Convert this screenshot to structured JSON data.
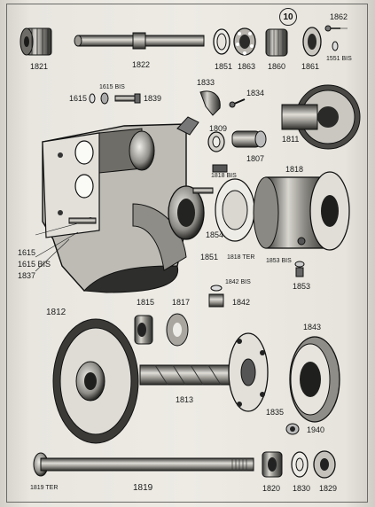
{
  "plate": {
    "number": "10"
  },
  "labels": {
    "l1821": "1821",
    "l1822": "1822",
    "l1851a": "1851",
    "l1863": "1863",
    "l1860": "1860",
    "l1861": "1861",
    "l1862": "1862",
    "l1551bis": "1551 BIS",
    "l1615a": "1615",
    "l1615bis_a": "1615 BIS",
    "l1839": "1839",
    "l1833": "1833",
    "l1834": "1834",
    "l1809": "1809",
    "l1807": "1807",
    "l1811": "1811",
    "l1818bis": "1818 BIS",
    "l1818": "1818",
    "l1854": "1854",
    "l1851b": "1851",
    "l1818ter": "1818 TER",
    "l1853bis": "1853 BIS",
    "l1853": "1853",
    "l1615b": "1615",
    "l1615bis_b": "1615 BIS",
    "l1837": "1837",
    "l1812": "1812",
    "l1815": "1815",
    "l1817": "1817",
    "l1842bis": "1842 BIS",
    "l1842": "1842",
    "l1843": "1843",
    "l1813": "1813",
    "l1835": "1835",
    "l1940": "1940",
    "l1819ter": "1819 TER",
    "l1819": "1819",
    "l1820": "1820",
    "l1830": "1830",
    "l1829": "1829"
  }
}
